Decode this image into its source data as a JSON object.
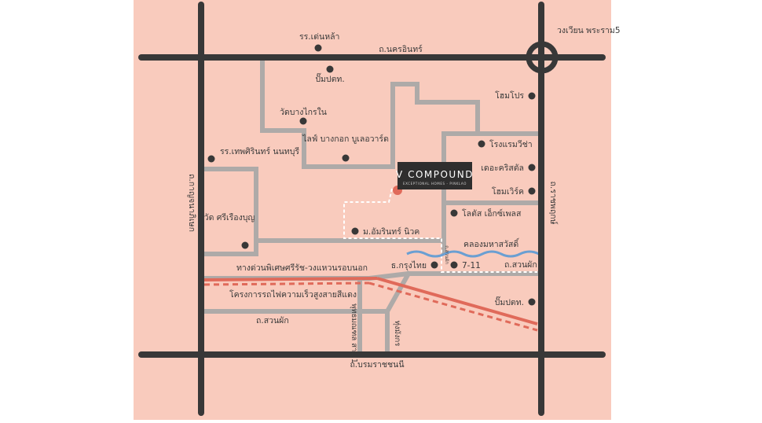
{
  "colors": {
    "background": "#f9cbbd",
    "main_road": "#383838",
    "minor_road": "#aeaaa8",
    "rail": "#e06a5a",
    "canal": "#6a9fd2",
    "route_dash": "#ffffff",
    "project_pin": "#e06a5a"
  },
  "project": {
    "name": "V COMPOUND",
    "tagline": "EXCEPTIONAL HOMES - PINKLAO"
  },
  "roads": {
    "top": "ถ.นครอินทร์",
    "bottom": "ถ.บรมราชชนนี",
    "left": "ถ.กาญจนาภิเษก",
    "right": "ถ.ราชพฤกษ์",
    "expressway": "ทางด่วนพิเศษศรีรัช-วงแหวนรอบนอก",
    "rail": "โครงการรถไฟความเร็วสูงสายสีแดง",
    "suan_phak_right": "ถ.สวนผัก",
    "suan_phak_left": "ถ.สวนผัก",
    "phutthamonthon": "พุทธมณฑล สาย 1",
    "thung_mangkon": "ทุ่งมังกร",
    "soi_small": "ถ.สวนผัก",
    "circle": "วงเวียน พระราม5"
  },
  "canal": {
    "name": "คลองมหาสวัสดิ์"
  },
  "places": {
    "tenla": "รร.เด่นหล้า",
    "pump1": "ปั๊มปตท.",
    "wat_bang_krai": "วัดบางไกรใน",
    "lifestyle": "ไลฟ์ บางกอก บูเลอวาร์ด",
    "thepsirin": "รร.เทพศิรินทร์ นนทบุรี",
    "wat_sri_rueang": "วัด ศรีเรืองบุญ",
    "amarin": "ม.อัมรินทร์ นิวค",
    "homepro": "โฮมโปร",
    "ravicha": "โรงแรมวีช่า",
    "crystal": "เดอะคริสตัล",
    "homework": "โฮมเวิร์ค",
    "lotus": "โลตัส เอ็กซ์เพลส",
    "krungthai": "ธ.กรุงไทย",
    "seven": "7-11",
    "pump2": "ปั๊มปตท."
  }
}
